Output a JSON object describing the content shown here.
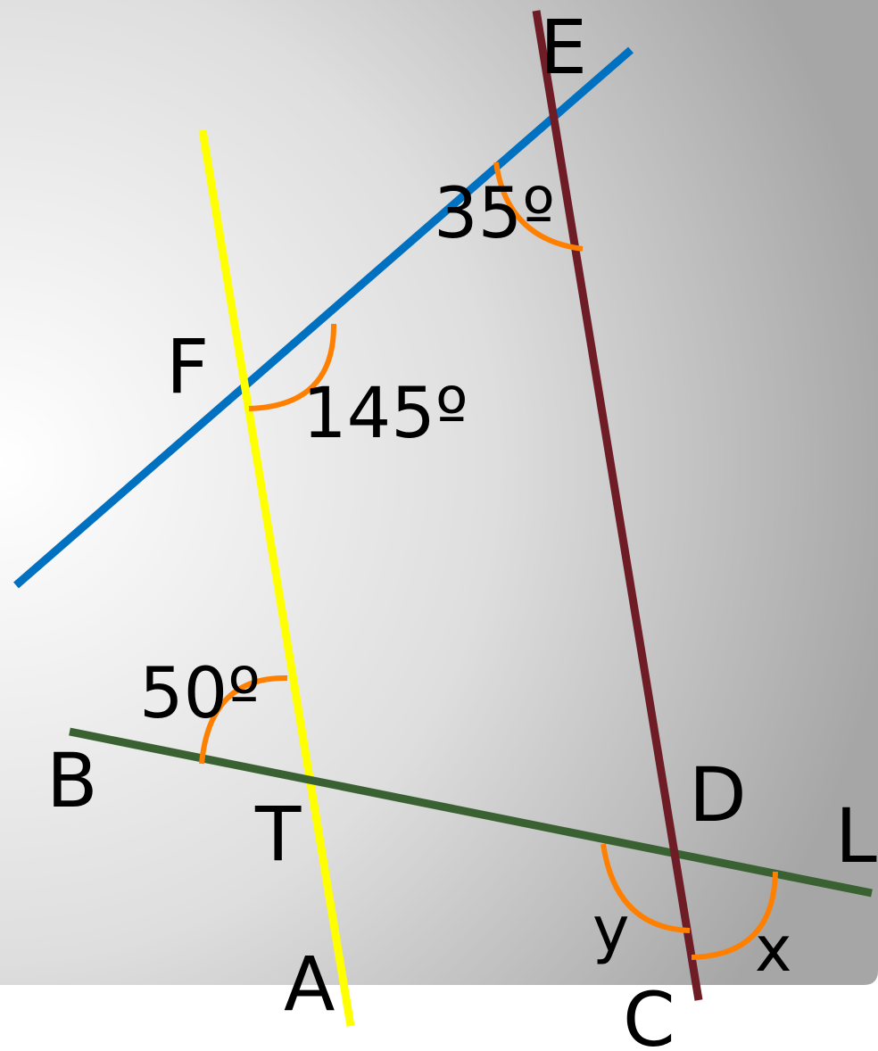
{
  "colors": {
    "line_FE": "#0070c0",
    "line_FA": "#ffff00",
    "line_BL": "#3a6132",
    "line_EC": "#6e1c26",
    "angle_arc": "#ff8000",
    "text": "#000000"
  },
  "points": {
    "E": "E",
    "F": "F",
    "B": "B",
    "T": "T",
    "D": "D",
    "L": "L",
    "A": "A",
    "C": "C"
  },
  "angles": {
    "at_E": "35º",
    "at_F": "145º",
    "at_T": "50º",
    "x": "x",
    "y": "y"
  }
}
